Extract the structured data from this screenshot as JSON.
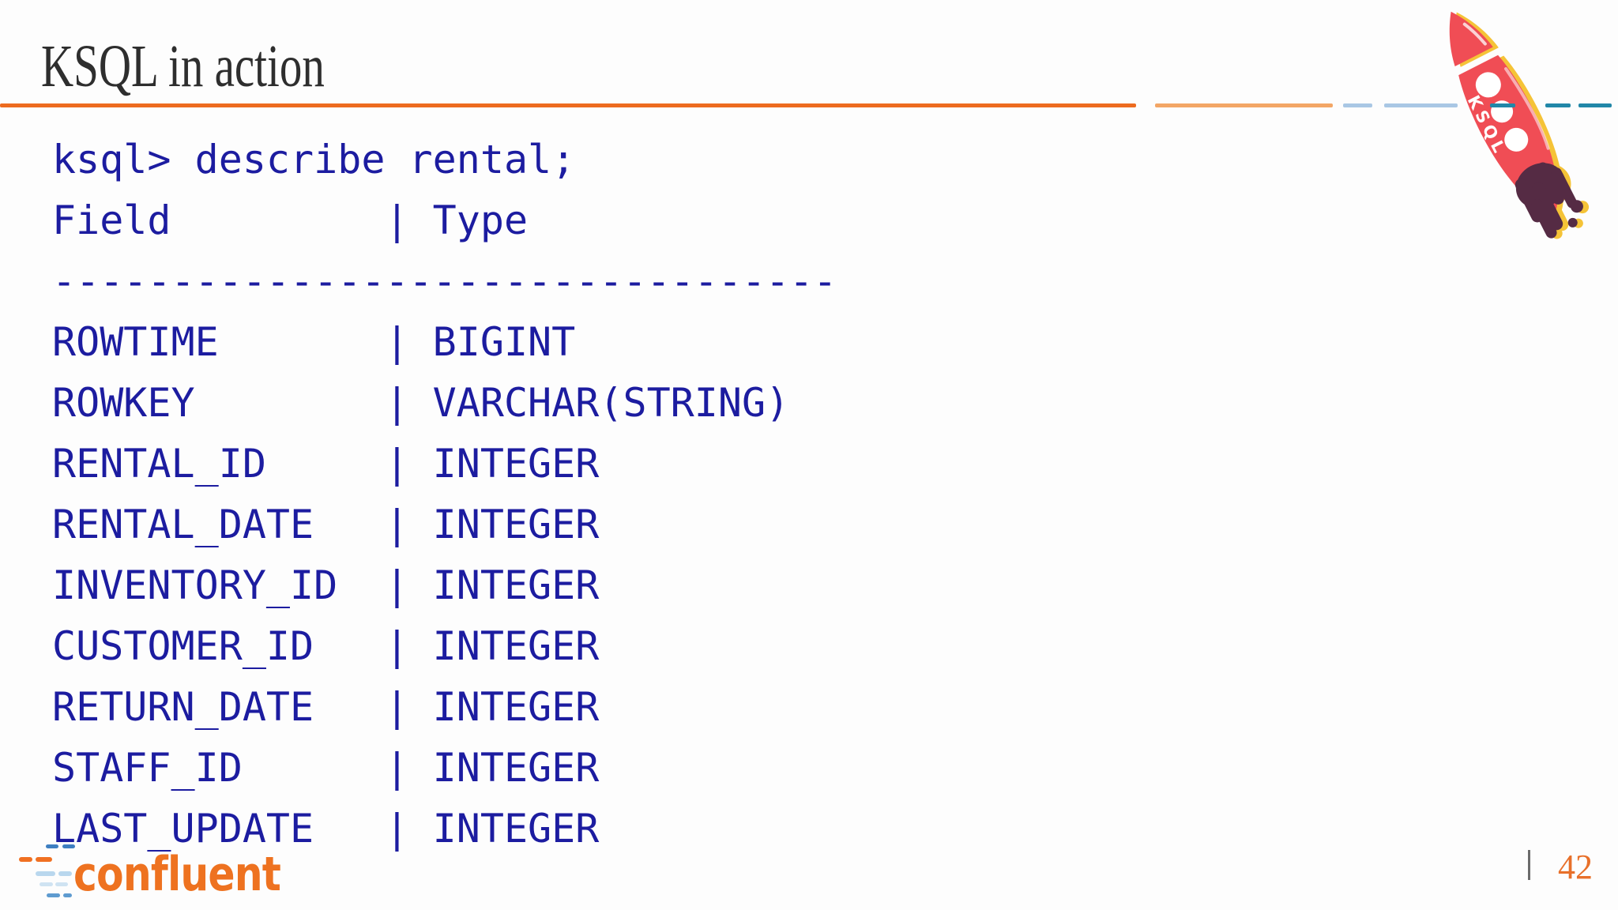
{
  "header": {
    "title": "KSQL in action"
  },
  "terminal": {
    "prompt": "ksql>",
    "command": "describe rental;",
    "columns": {
      "field": "Field",
      "type": "Type"
    },
    "separator_char": "-",
    "separator_length": 33,
    "field_col_width": 14,
    "rows": [
      {
        "field": "ROWTIME",
        "type": "BIGINT"
      },
      {
        "field": "ROWKEY",
        "type": "VARCHAR(STRING)"
      },
      {
        "field": "RENTAL_ID",
        "type": "INTEGER"
      },
      {
        "field": "RENTAL_DATE",
        "type": "INTEGER"
      },
      {
        "field": "INVENTORY_ID",
        "type": "INTEGER"
      },
      {
        "field": "CUSTOMER_ID",
        "type": "INTEGER"
      },
      {
        "field": "RETURN_DATE",
        "type": "INTEGER"
      },
      {
        "field": "STAFF_ID",
        "type": "INTEGER"
      },
      {
        "field": "LAST_UPDATE",
        "type": "INTEGER"
      }
    ]
  },
  "rocket": {
    "label": "KSQL"
  },
  "footer": {
    "brand": "confluent",
    "page_number": "42"
  },
  "theme": {
    "title_color": "#2e2e2e",
    "terminal_text_color": "#1c1ca0",
    "rule_orange": "#ed6b1f",
    "rule_orange_light": "#f3a666",
    "rule_blue_light": "#a9c7e4",
    "rule_teal": "#2187a8",
    "rocket_red": "#f04d55",
    "rocket_flame_dark": "#552b44",
    "rocket_shadow_yellow": "#f5c337",
    "confluent_orange": "#ee7220",
    "page_number_color": "#e8702a"
  }
}
